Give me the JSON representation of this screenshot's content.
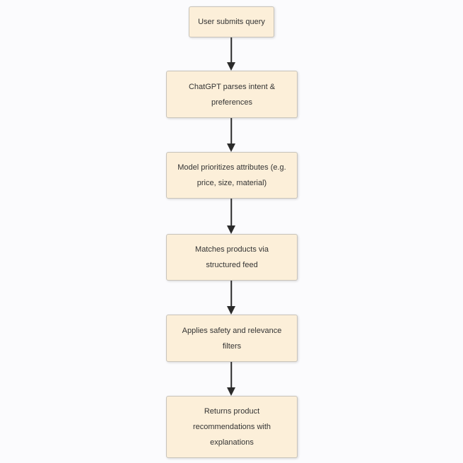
{
  "diagram": {
    "type": "flowchart",
    "direction": "top-down",
    "nodes": [
      {
        "id": "user-query",
        "lines": [
          "User submits query"
        ]
      },
      {
        "id": "parse-intent",
        "lines": [
          "ChatGPT parses intent &",
          "preferences"
        ]
      },
      {
        "id": "prioritize",
        "lines": [
          "Model prioritizes attributes (e.g.",
          "price, size, material)"
        ]
      },
      {
        "id": "match-products",
        "lines": [
          "Matches products via",
          "structured feed"
        ]
      },
      {
        "id": "apply-filters",
        "lines": [
          "Applies safety and relevance",
          "filters"
        ]
      },
      {
        "id": "return-results",
        "lines": [
          "Returns product",
          "recommendations with",
          "explanations"
        ]
      }
    ],
    "edges": [
      {
        "from": "user-query",
        "to": "parse-intent"
      },
      {
        "from": "parse-intent",
        "to": "prioritize"
      },
      {
        "from": "prioritize",
        "to": "match-products"
      },
      {
        "from": "match-products",
        "to": "apply-filters"
      },
      {
        "from": "apply-filters",
        "to": "return-results"
      }
    ]
  },
  "colors": {
    "background": "#fbfbfd",
    "node_fill": "#fcefd9",
    "node_border": "#c9c4bb",
    "text": "#333333",
    "arrow": "#2b2b2b"
  }
}
